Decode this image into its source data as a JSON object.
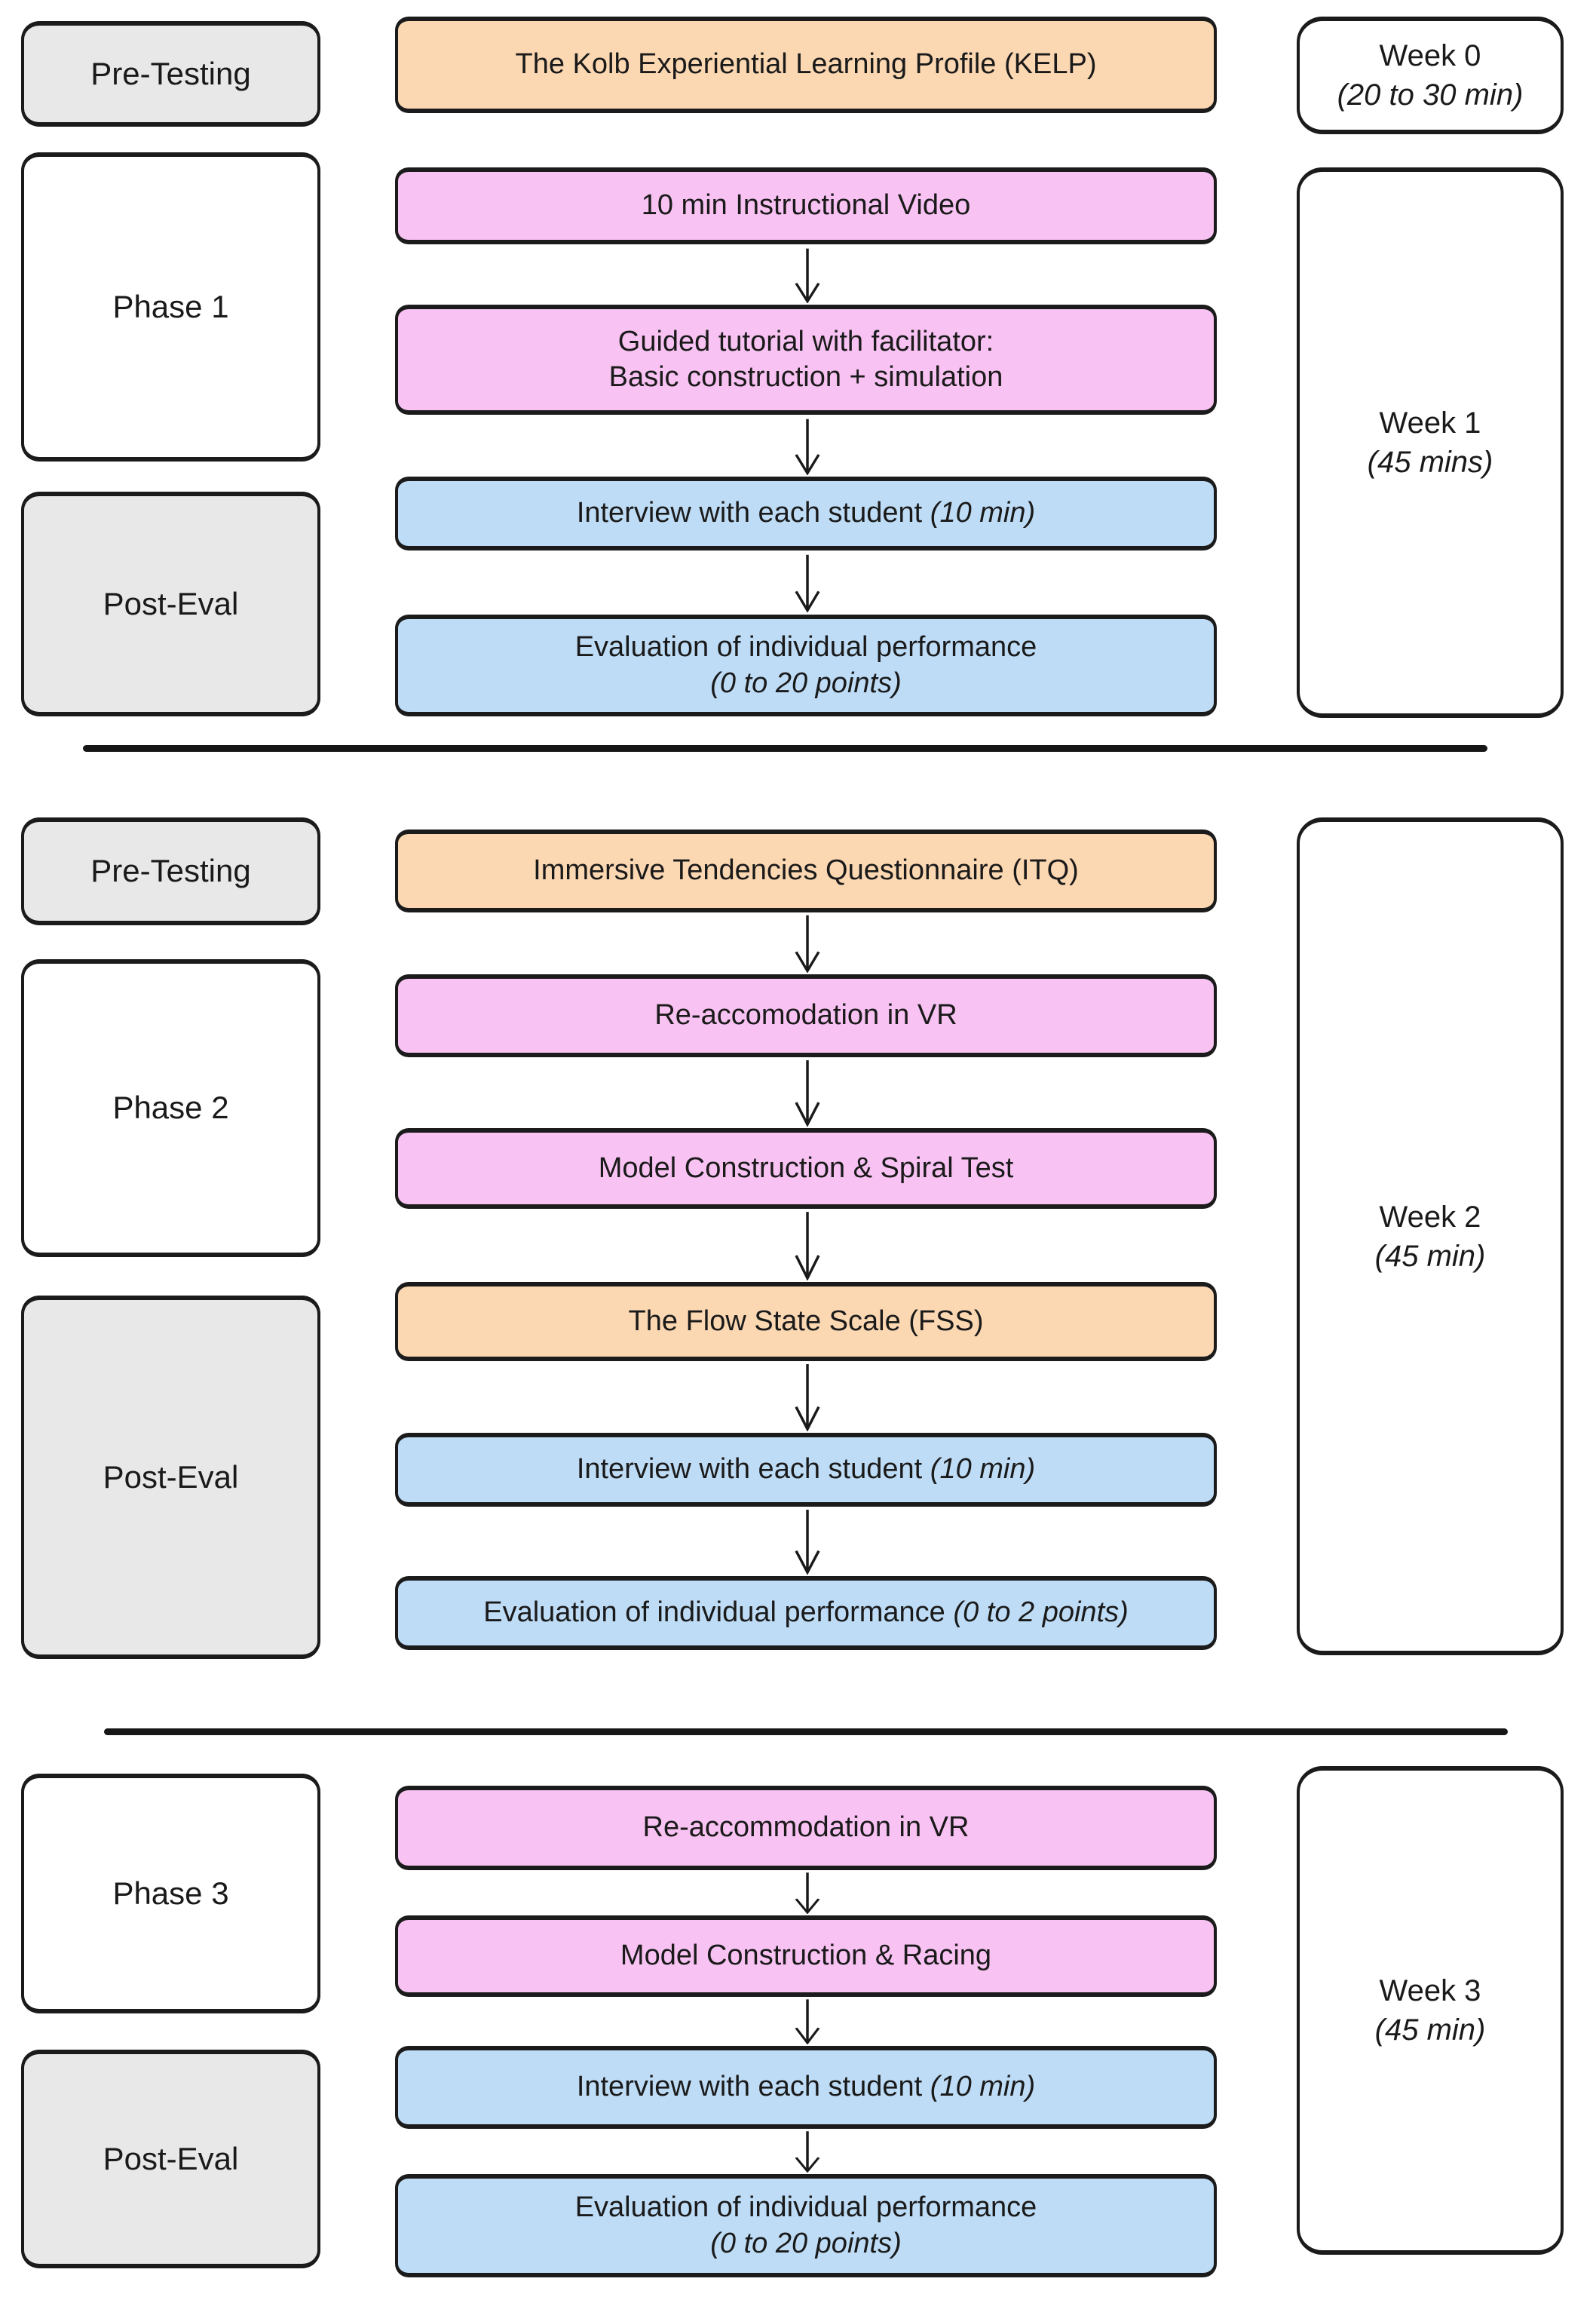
{
  "colors": {
    "pretest_box_fill": "#fbd7b2",
    "activity_box_fill": "#f8c2f2",
    "evaluation_box_fill": "#bedcf6",
    "side_label_fill": "#e8e8e8",
    "plain_box_fill": "#ffffff",
    "border": "#1b1b1b"
  },
  "s1": {
    "pre_testing": "Pre-Testing",
    "phase": "Phase 1",
    "post_eval": "Post-Eval",
    "kelp": "The Kolb Experiential Learning Profile (KELP)",
    "video": "10 min Instructional Video",
    "guided1": "Guided tutorial with facilitator:",
    "guided2": "Basic construction + simulation",
    "interview": "Interview with each student",
    "interview_note": "(10 min)",
    "eval_line1": "Evaluation of individual performance",
    "eval_note": "(0 to 20 points)",
    "week0_title": "Week 0",
    "week0_note": "(20 to 30 min)",
    "week1_title": "Week 1",
    "week1_note": "(45 mins)"
  },
  "s2": {
    "pre_testing": "Pre-Testing",
    "phase": "Phase 2",
    "post_eval": "Post-Eval",
    "itq": "Immersive Tendencies Questionnaire (ITQ)",
    "reaccom": "Re-accomodation in VR",
    "model": "Model Construction & Spiral Test",
    "fss": "The Flow State Scale (FSS)",
    "interview": "Interview with each student",
    "interview_note": "(10 min)",
    "eval_line1": "Evaluation of individual performance",
    "eval_note": "(0 to 2 points)",
    "week_title": "Week 2",
    "week_note": "(45 min)"
  },
  "s3": {
    "phase": "Phase 3",
    "post_eval": "Post-Eval",
    "reaccom": "Re-accommodation in VR",
    "model": "Model Construction & Racing",
    "interview": "Interview with each student",
    "interview_note": "(10 min)",
    "eval_line1": "Evaluation of individual performance",
    "eval_note": "(0 to 20 points)",
    "week_title": "Week 3",
    "week_note": "(45 min)"
  }
}
